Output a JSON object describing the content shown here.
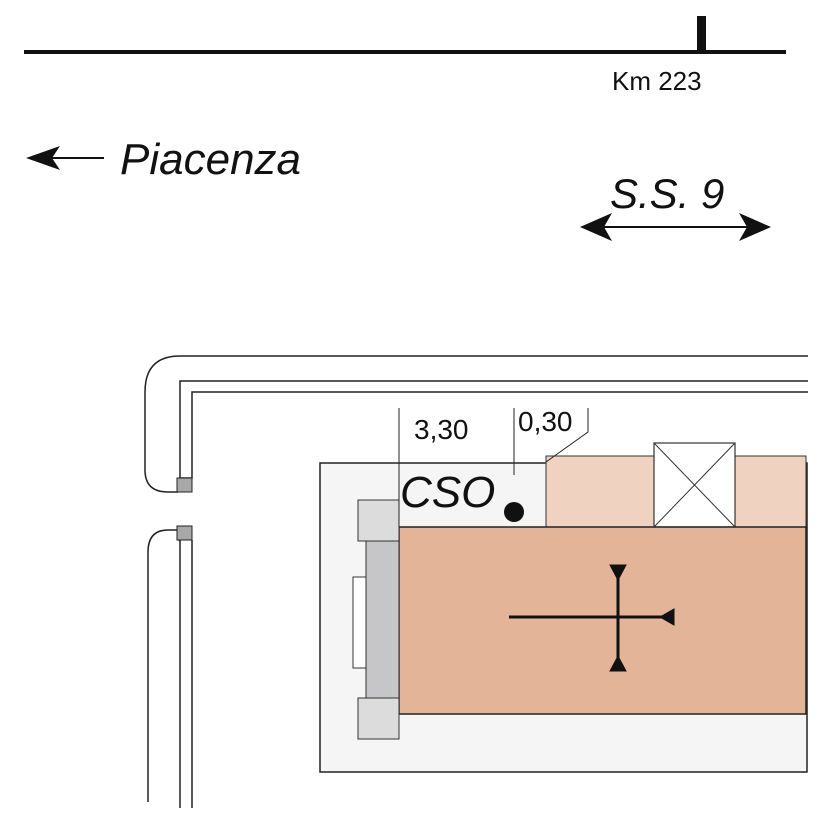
{
  "road": {
    "km_label": "Km 223",
    "direction_city": "Piacenza",
    "road_name": "S.S. 9"
  },
  "dimensions": {
    "left": "3,30",
    "right": "0,30"
  },
  "marker": {
    "label": "CSO"
  },
  "colors": {
    "ink": "#111111",
    "yard": "#f5f5f5",
    "building_main": "#e3b497",
    "building_annex": "#f0d2c0",
    "gate_dark": "#c6c6c8",
    "gate_light": "#dcdcdc"
  }
}
